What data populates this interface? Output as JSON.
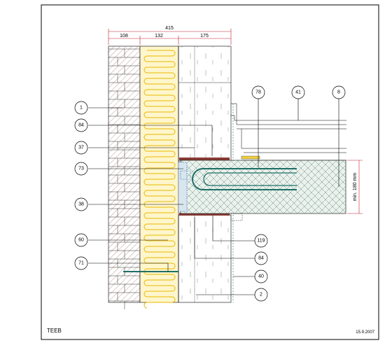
{
  "dimensions": {
    "total": "415",
    "brick": "108",
    "insulation": "132",
    "wall": "175",
    "slab_thickness": "min. 180 mm"
  },
  "markers": [
    "1",
    "84",
    "37",
    "73",
    "38",
    "60",
    "71",
    "78",
    "41",
    "8",
    "119",
    "84",
    "40",
    "2"
  ],
  "footer": {
    "left": "TEEB",
    "right": "15.9.2007"
  },
  "colors": {
    "insulation_fill": "#fff6cc",
    "insulation_wave": "#e8b800",
    "rebar": "#1f6f66",
    "membrane": "#8a3c36",
    "dimension_line": "#c0202a",
    "thermal_break": "#3b6eb4",
    "brick_hatch": "#8a5a4a"
  }
}
